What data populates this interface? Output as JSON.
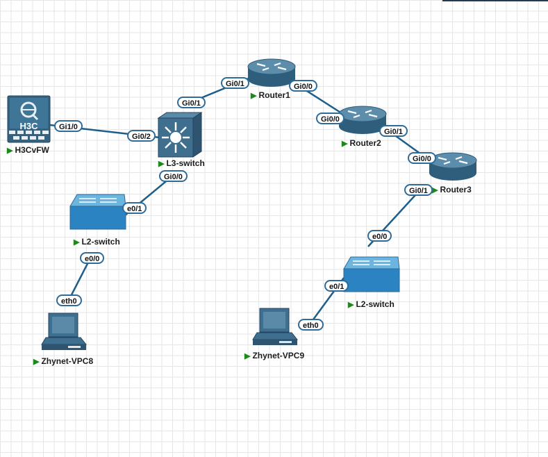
{
  "accent_colors": {
    "link": "#1d5d8a",
    "device": "#3f6f8e",
    "port_border": "#2f6b98",
    "status_green": "#1a8a1a"
  },
  "devices": {
    "fw": {
      "label": "H3CvFW",
      "icon": "firewall-icon",
      "logo_text": "H3C"
    },
    "l3": {
      "label": "L3-switch",
      "icon": "l3-switch-icon"
    },
    "r1": {
      "label": "Router1",
      "icon": "router-icon"
    },
    "r2": {
      "label": "Router2",
      "icon": "router-icon"
    },
    "r3": {
      "label": "Router3",
      "icon": "router-icon"
    },
    "l2a": {
      "label": "L2-switch",
      "icon": "l2-switch-icon"
    },
    "l2b": {
      "label": "L2-switch",
      "icon": "l2-switch-icon"
    },
    "vpc8": {
      "label": "Zhynet-VPC8",
      "icon": "pc-icon"
    },
    "vpc9": {
      "label": "Zhynet-VPC9",
      "icon": "pc-icon"
    }
  },
  "ports": {
    "fw_gi10": "Gi1/0",
    "l3_gi02": "Gi0/2",
    "l3_gi01": "Gi0/1",
    "l3_gi00": "Gi0/0",
    "r1_gi01": "Gi0/1",
    "r1_gi00": "Gi0/0",
    "r2_gi00": "Gi0/0",
    "r2_gi01": "Gi0/1",
    "r3_gi00": "Gi0/0",
    "r3_gi01": "Gi0/1",
    "l2a_e01": "e0/1",
    "l2a_e00": "e0/0",
    "l2b_e00": "e0/0",
    "l2b_e01": "e0/1",
    "vpc8_eth0": "eth0",
    "vpc9_eth0": "eth0"
  },
  "links": [
    {
      "from": "fw",
      "to": "l3",
      "from_port": "Gi1/0",
      "to_port": "Gi0/2"
    },
    {
      "from": "l3",
      "to": "r1",
      "from_port": "Gi0/1",
      "to_port": "Gi0/1"
    },
    {
      "from": "r1",
      "to": "r2",
      "from_port": "Gi0/0",
      "to_port": "Gi0/0"
    },
    {
      "from": "r2",
      "to": "r3",
      "from_port": "Gi0/1",
      "to_port": "Gi0/0"
    },
    {
      "from": "l3",
      "to": "l2a",
      "from_port": "Gi0/0",
      "to_port": "e0/1"
    },
    {
      "from": "l2a",
      "to": "vpc8",
      "from_port": "e0/0",
      "to_port": "eth0"
    },
    {
      "from": "r3",
      "to": "l2b",
      "from_port": "Gi0/1",
      "to_port": "e0/0"
    },
    {
      "from": "l2b",
      "to": "vpc9",
      "from_port": "e0/1",
      "to_port": "eth0"
    }
  ]
}
